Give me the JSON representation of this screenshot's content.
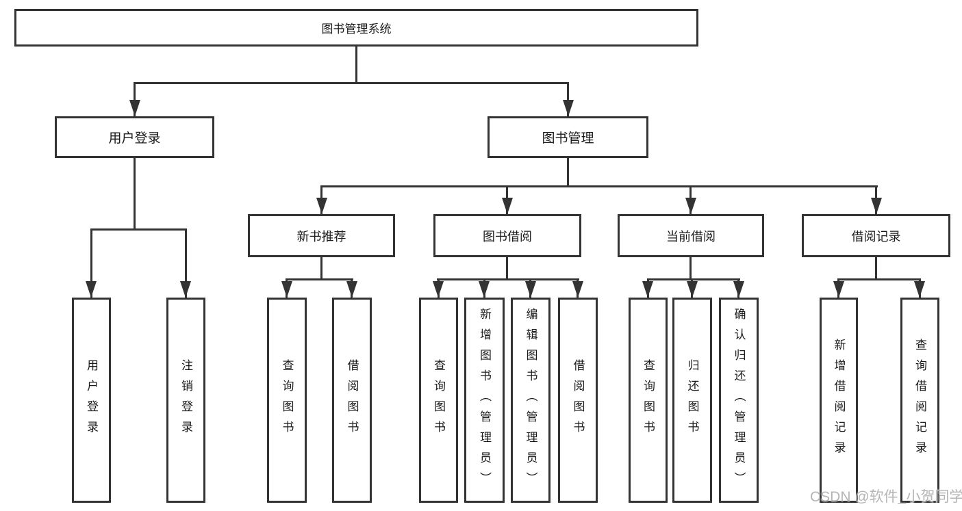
{
  "nodes": {
    "root": "图书管理系统",
    "login": "用户登录",
    "manage": "图书管理",
    "recommend": "新书推荐",
    "borrow": "图书借阅",
    "current": "当前借阅",
    "records": "借阅记录",
    "leaf_login": "用户登录",
    "leaf_logout": "注销登录",
    "leaf_rec_query": "查询图书",
    "leaf_rec_borrow": "借阅图书",
    "leaf_borrow_query": "查询图书",
    "leaf_borrow_add": "新增图书（管理员）",
    "leaf_borrow_edit": "编辑图书（管理员）",
    "leaf_borrow_do": "借阅图书",
    "leaf_current_query": "查询图书",
    "leaf_current_return": "归还图书",
    "leaf_current_confirm": "确认归还（管理员）",
    "leaf_records_add": "新增借阅记录",
    "leaf_records_query": "查询借阅记录"
  },
  "watermark": "CSDN @软件_小贺同学",
  "colors": {
    "line": "#333333",
    "box_fill": "#ffffff",
    "text": "#1a1a1a",
    "watermark": "#b5b5b5"
  }
}
